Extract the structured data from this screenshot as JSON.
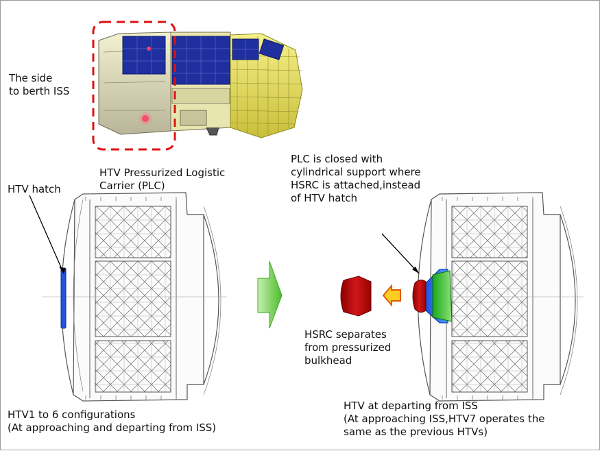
{
  "labels": {
    "berth_side": "The side\nto berth ISS",
    "plc": "HTV Pressurized Logistic\nCarrier (PLC)",
    "htv_hatch": "HTV hatch",
    "plc_closed": "PLC is closed with\ncylindrical support where\nHSRC is attached,instead\nof HTV hatch",
    "hsrc_separates": "HSRC separates\nfrom pressurized\nbulkhead",
    "htv1_6_caption": "HTV1 to 6 configurations\n(At approaching and departing from ISS)",
    "htv7_caption": "HTV at departing from ISS\n(At approaching ISS,HTV7 operates the\nsame as the previous HTVs)"
  },
  "colors": {
    "highlight": "#dd1111",
    "hatch": "#2255dd",
    "transition_arrow": "#4cbc2c",
    "hsrc": "#d01818",
    "separation_arrow": "#ffcc22"
  }
}
